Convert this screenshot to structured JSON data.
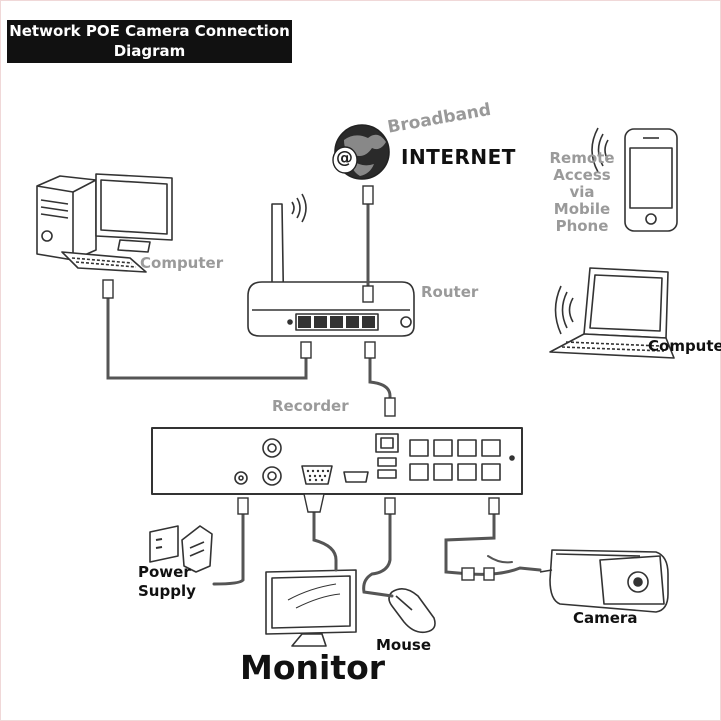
{
  "title": {
    "line1": "Network POE Camera Connection",
    "line2": "Diagram"
  },
  "labels": {
    "broadband": "Broadband",
    "internet": "INTERNET",
    "remote": [
      "Remote",
      "Access",
      "via",
      "Mobile",
      "Phone"
    ],
    "computer_left": "Computer",
    "router": "Router",
    "computer_right": "Compute",
    "recorder": "Recorder",
    "power_supply": [
      "Power",
      "Supply"
    ],
    "camera": "Camera",
    "mouse": "Mouse",
    "monitor": "Monitor",
    "at_symbol": "@"
  },
  "colors": {
    "cable": "#555555",
    "outline": "#333333",
    "grey_text": "#9a9a9a"
  }
}
